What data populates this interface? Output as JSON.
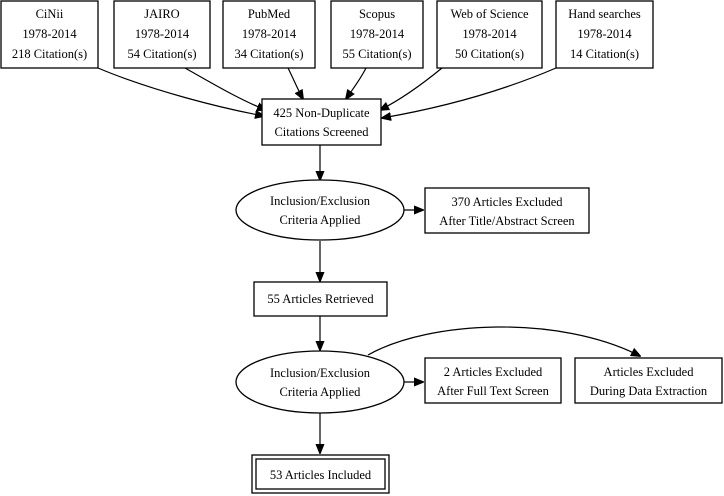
{
  "sources": [
    {
      "name": "CiNii",
      "years": "1978-2014",
      "citations": "218 Citation(s)"
    },
    {
      "name": "JAIRO",
      "years": "1978-2014",
      "citations": "54 Citation(s)"
    },
    {
      "name": "PubMed",
      "years": "1978-2014",
      "citations": "34 Citation(s)"
    },
    {
      "name": "Scopus",
      "years": "1978-2014",
      "citations": "55 Citation(s)"
    },
    {
      "name": "Web of Science",
      "years": "1978-2014",
      "citations": "50 Citation(s)"
    },
    {
      "name": "Hand searches",
      "years": "1978-2014",
      "citations": "14 Citation(s)"
    }
  ],
  "screened": {
    "line1": "425 Non-Duplicate",
    "line2": "Citations Screened"
  },
  "criteria1": {
    "line1": "Inclusion/Exclusion",
    "line2": "Criteria Applied"
  },
  "excluded1": {
    "line1": "370 Articles Excluded",
    "line2": "After Title/Abstract Screen"
  },
  "retrieved": {
    "line1": "55 Articles Retrieved"
  },
  "criteria2": {
    "line1": "Inclusion/Exclusion",
    "line2": "Criteria Applied"
  },
  "excluded2": {
    "line1": "2 Articles Excluded",
    "line2": "After Full Text Screen"
  },
  "excluded3": {
    "line1": "Articles Excluded",
    "line2": "During Data Extraction"
  },
  "included": {
    "line1": "53 Articles Included"
  }
}
